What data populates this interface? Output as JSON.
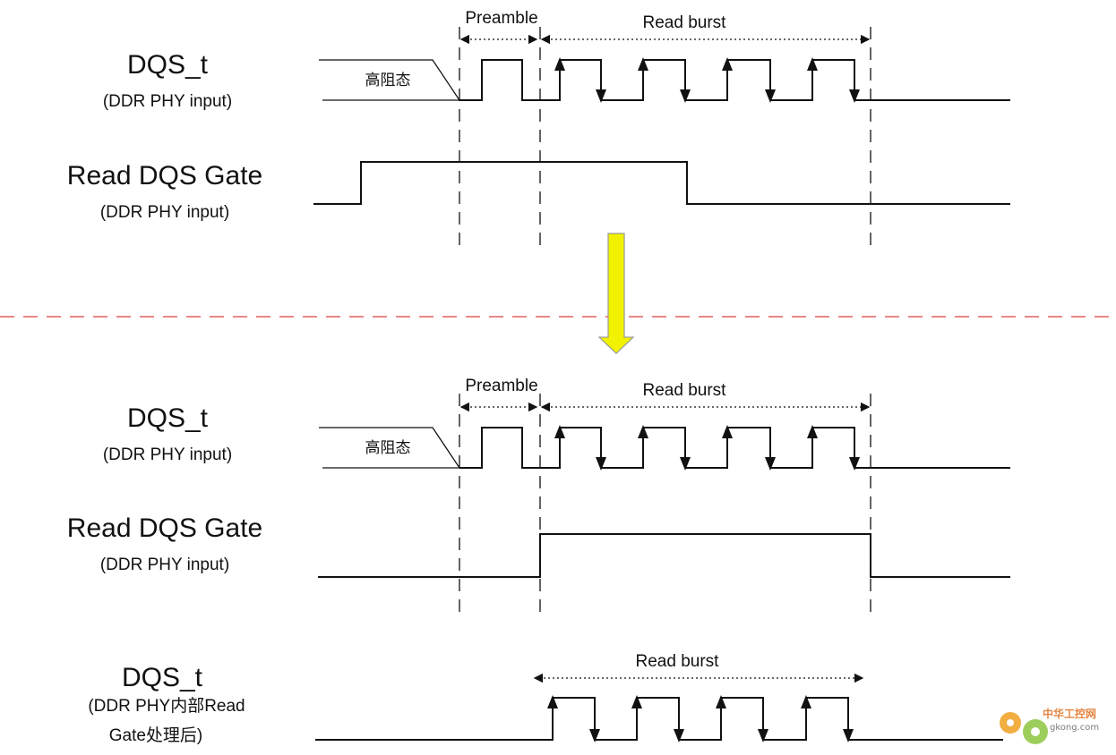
{
  "panel_top": {
    "dqs": {
      "name": "DQS_t",
      "sub": "(DDR PHY input)",
      "high_z": "高阻态"
    },
    "gate": {
      "name": "Read DQS Gate",
      "sub": "(DDR PHY input)"
    },
    "preamble_label": "Preamble",
    "burst_label": "Read burst"
  },
  "panel_mid": {
    "dqs": {
      "name": "DQS_t",
      "sub": "(DDR PHY input)",
      "high_z": "高阻态"
    },
    "gate": {
      "name": "Read DQS Gate",
      "sub": "(DDR PHY input)"
    },
    "preamble_label": "Preamble",
    "burst_label": "Read burst"
  },
  "panel_bottom": {
    "dqs": {
      "name": "DQS_t",
      "sub_line1": "(DDR PHY内部Read",
      "sub_line2": "Gate处理后)"
    },
    "burst_label": "Read burst"
  },
  "arrow": {
    "color": "#f2f200",
    "outline": "#999999"
  },
  "separator_color": "#e06060",
  "watermark": {
    "text": "中华工控网",
    "sub": "gkong.com"
  }
}
